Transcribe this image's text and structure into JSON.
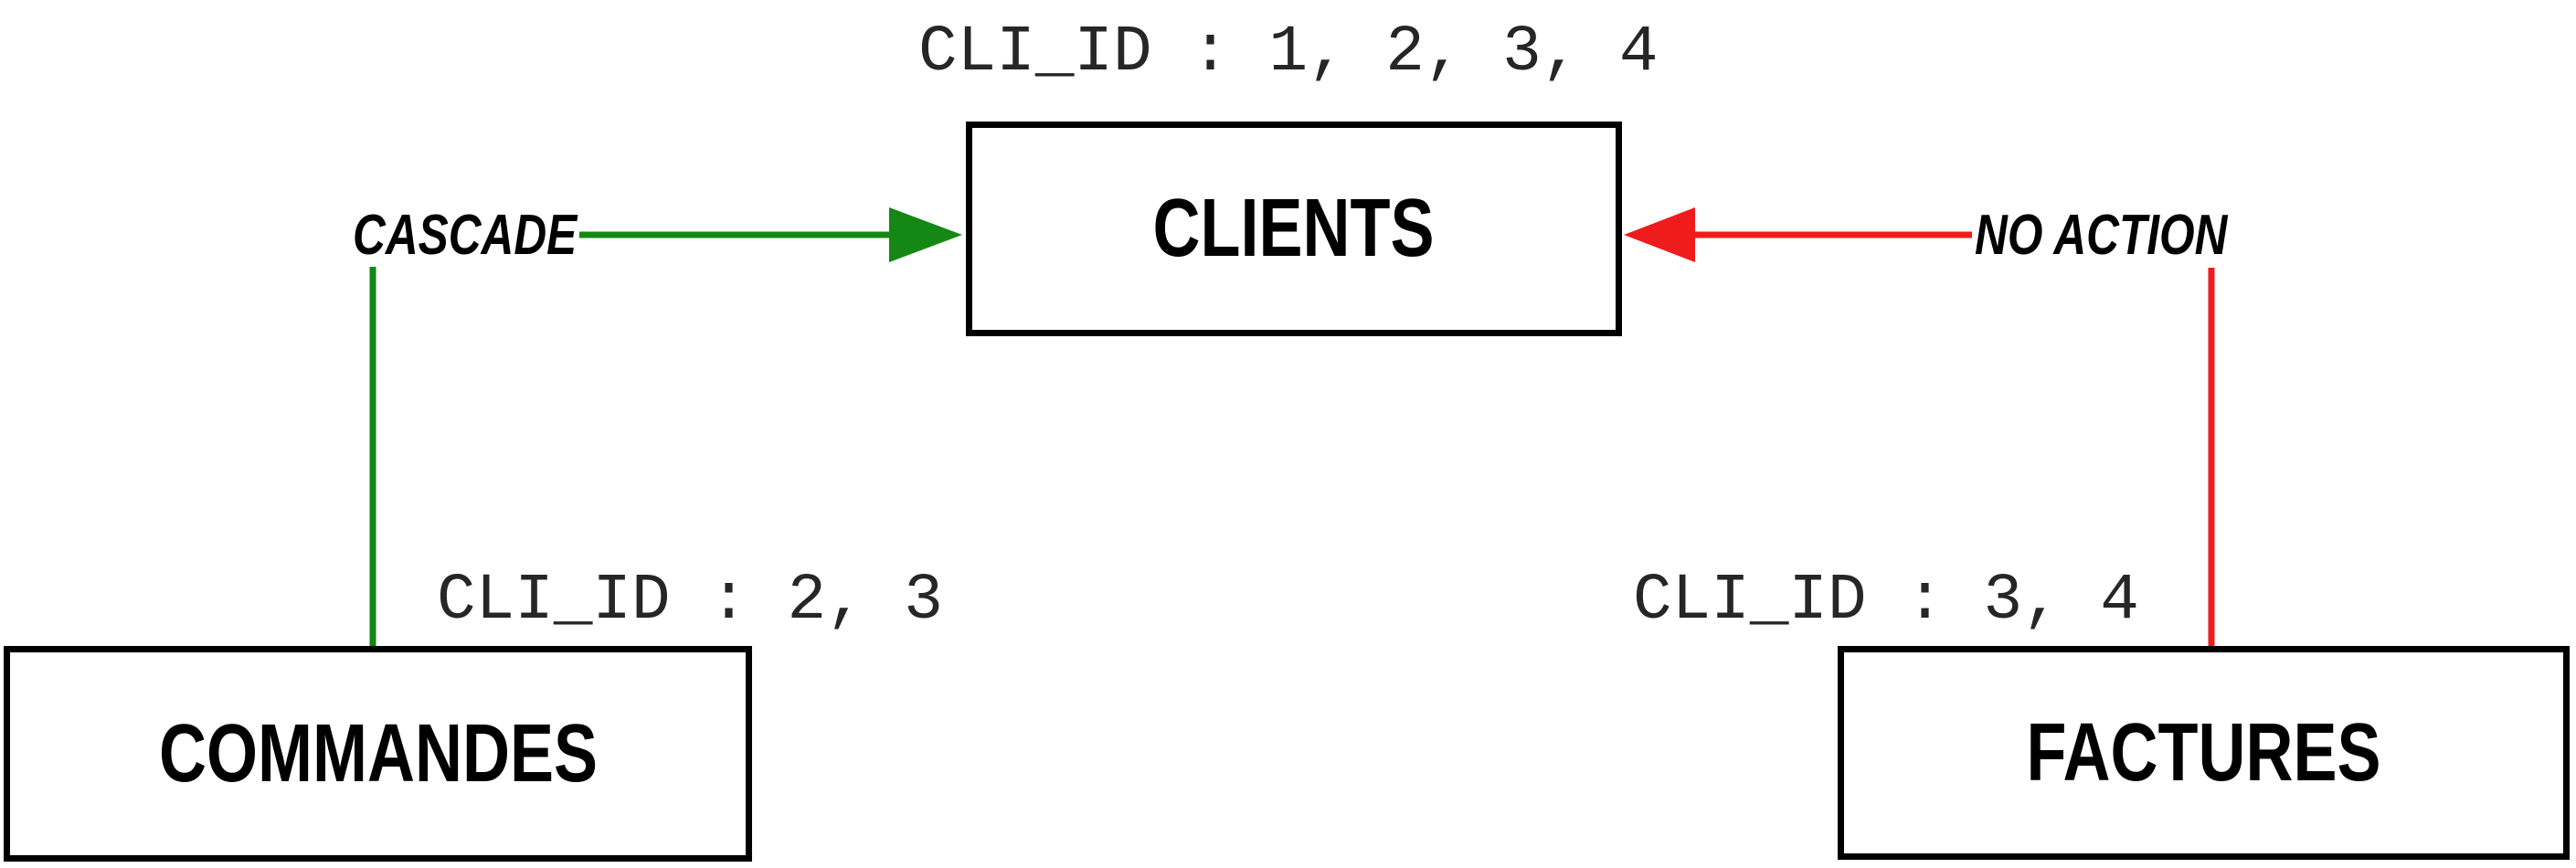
{
  "diagram": {
    "background_color": "#ffffff",
    "border_color": "#000000",
    "tables": {
      "clients": {
        "name": "CLIENTS",
        "key_values": "CLI_ID : 1, 2, 3, 4"
      },
      "commandes": {
        "name": "COMMANDES",
        "key_values": "CLI_ID : 2, 3"
      },
      "factures": {
        "name": "FACTURES",
        "key_values": "CLI_ID : 3, 4"
      }
    },
    "relations": {
      "cascade": {
        "label": "CASCADE",
        "color": "#148714",
        "from": "COMMANDES",
        "to": "CLIENTS"
      },
      "no_action": {
        "label": "NO ACTION",
        "color": "#ee1c1c",
        "from": "FACTURES",
        "to": "CLIENTS"
      }
    }
  }
}
